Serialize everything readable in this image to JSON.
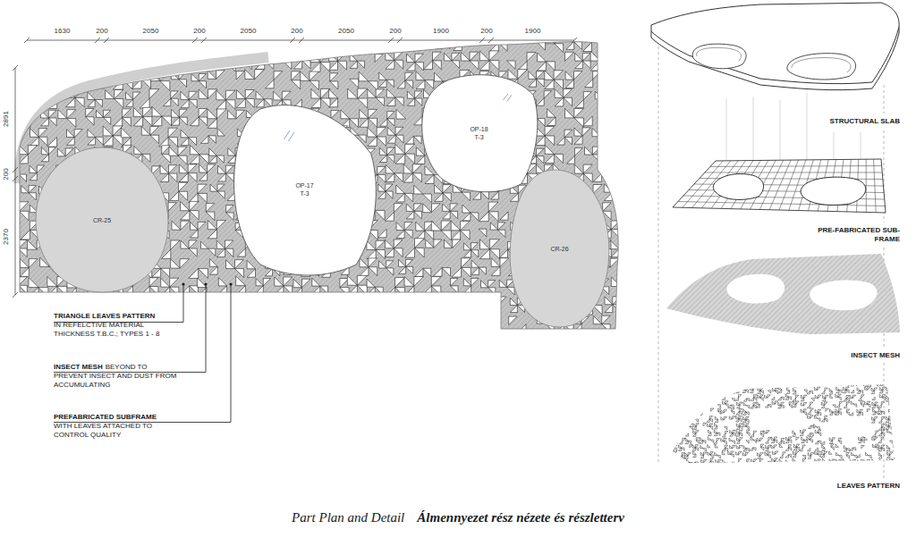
{
  "diagram": {
    "caption": "Part Plan and Detail",
    "nodes": [
      {
        "text": [
          "CR-25"
        ]
      },
      {
        "text": [
          "OP-17",
          "T-3"
        ]
      },
      {
        "text": [
          "OP-18",
          "T-3"
        ]
      },
      {
        "text": [
          "CR-26"
        ]
      }
    ],
    "labels": [
      "1630",
      "200",
      "2050",
      "200",
      "2050",
      "200",
      "2050",
      "200",
      "1900",
      "200",
      "1900",
      "2891",
      "200",
      "2370",
      "TRIANGLE LEAVES PATTERN",
      "IN REFELCTIVE MATERIAL THICKNESS T.B.C.; TYPES 1 - 8",
      "INSECT MESH",
      "BEYOND TO PREVENT INSECT AND DUST FROM ACCUMULATING",
      "PREFABRICATED SUBFRAME",
      "WITH LEAVES ATTACHED TO CONTROL QUALITY",
      "STRUCTURAL SLAB",
      "PRE-FABRICATED SUB-FRAME",
      "INSECT MESH",
      "LEAVES PATTERN",
      "Álmennyezet rész nézete és részletterv"
    ]
  }
}
